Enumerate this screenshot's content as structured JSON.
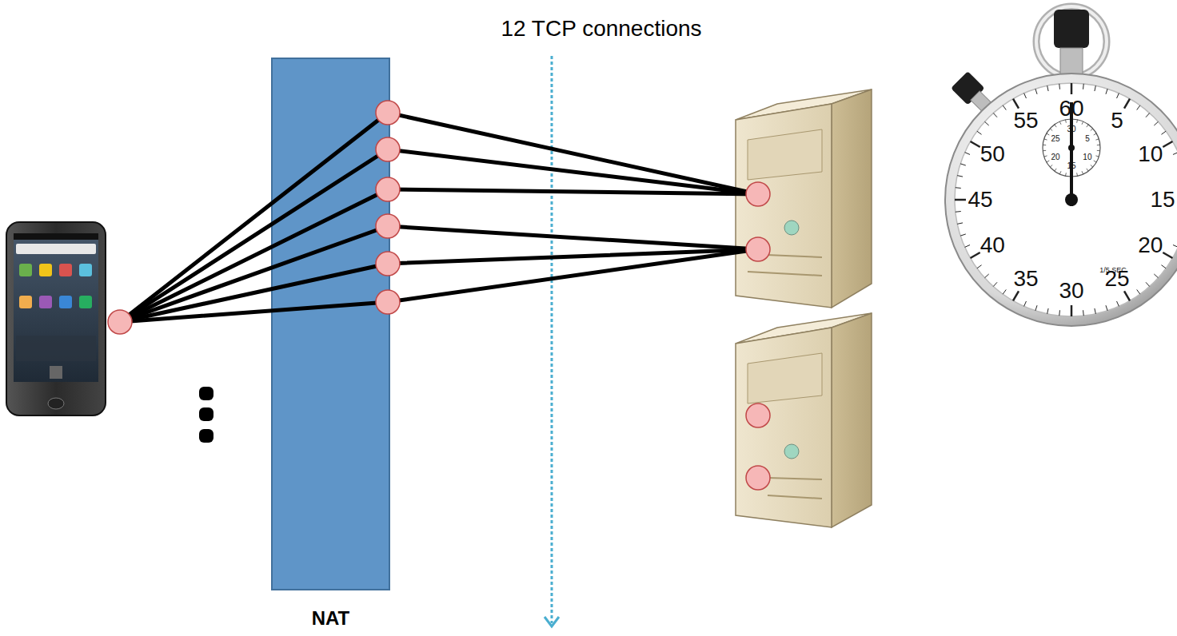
{
  "diagram": {
    "title": "12 TCP connections",
    "nodes": [
      {
        "text": [
          "NAT"
        ]
      }
    ],
    "labels": [
      "60",
      "5",
      "10",
      "15",
      "20",
      "25",
      "30",
      "35",
      "40",
      "45",
      "50",
      "55",
      "30",
      "5",
      "10",
      "15",
      "20",
      "25",
      "1/5 SEC"
    ]
  }
}
